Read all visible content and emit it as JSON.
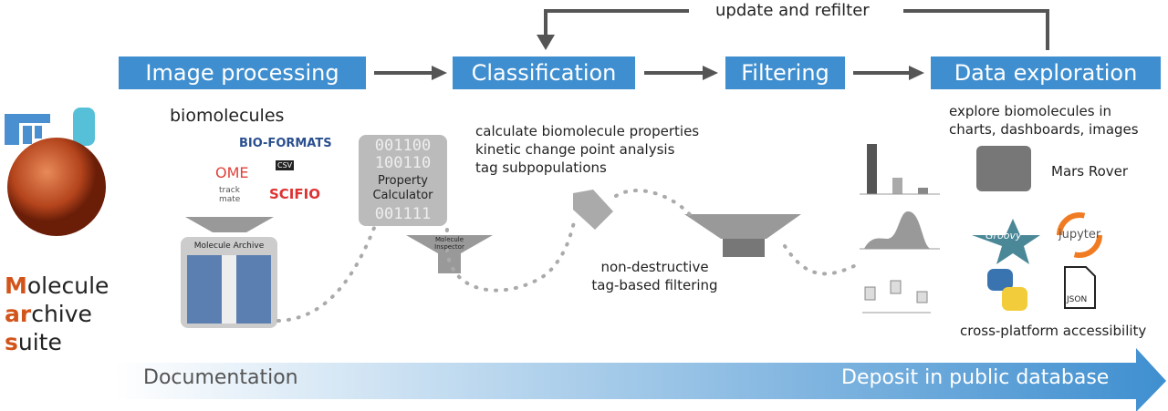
{
  "loop_label": "update and refilter",
  "stages": [
    {
      "label": "Image processing"
    },
    {
      "label": "Classification"
    },
    {
      "label": "Filtering"
    },
    {
      "label": "Data exploration"
    }
  ],
  "suite": {
    "lines": [
      {
        "hl": "M",
        "rest": "olecule"
      },
      {
        "hl": "ar",
        "rest": "chive"
      },
      {
        "hl": "s",
        "rest": "uite"
      }
    ],
    "highlight_color": "#d2541a"
  },
  "image_processing": {
    "heading": "biomolecules",
    "formats": [
      "BIO-FORMATS",
      "OME",
      "SCIFIO",
      "track mate",
      "CSV"
    ],
    "archive_label": "Molecule Archive"
  },
  "classification": {
    "lines": [
      "calculate biomolecule properties",
      "kinetic change point analysis",
      "tag subpopulations"
    ],
    "calculator": {
      "label_1": "Property",
      "label_2": "Calculator",
      "bits": [
        "001100",
        "100110",
        "001111"
      ]
    },
    "inspector": [
      "Molecule",
      "Inspector"
    ]
  },
  "filtering": {
    "lines": [
      "non-destructive",
      "tag-based filtering"
    ]
  },
  "data_exploration": {
    "lines": [
      "explore biomolecules in",
      "charts, dashboards, images"
    ],
    "rover": "Mars Rover",
    "tools": [
      "Groovy",
      "jupyter",
      "JSON"
    ],
    "footer": "cross-platform accessibility"
  },
  "bottom": {
    "left": "Documentation",
    "right": "Deposit in public database"
  },
  "colors": {
    "stage": "#3f8fd0",
    "arrow": "#555555",
    "gray": "#b5b5b5"
  }
}
